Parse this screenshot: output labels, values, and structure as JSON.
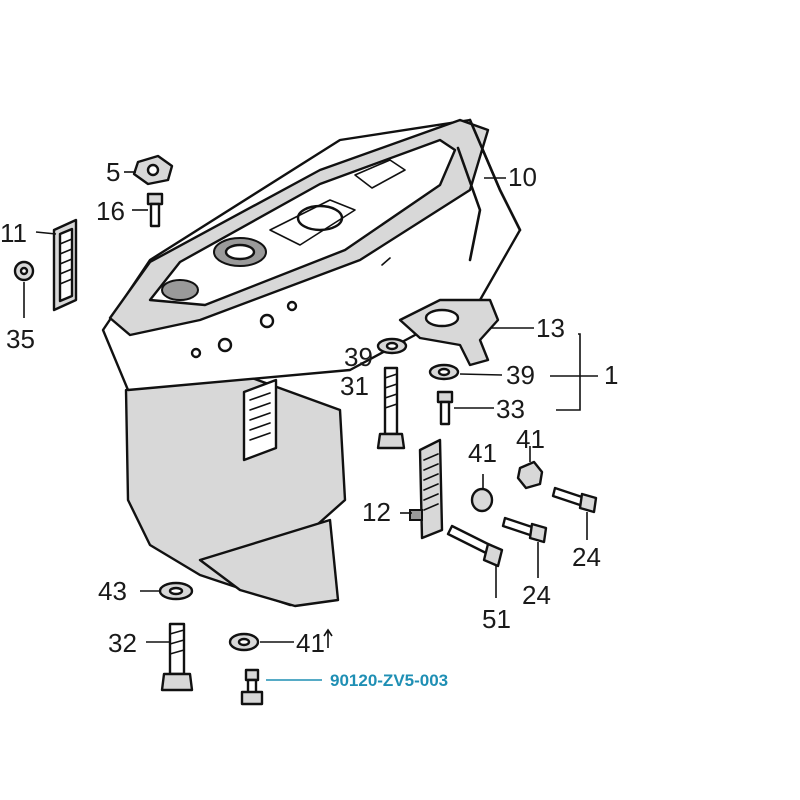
{
  "diagram": {
    "callouts": {
      "c5": "5",
      "c10": "10",
      "c16": "16",
      "c11": "11",
      "c35": "35",
      "c13": "13",
      "c1": "1",
      "c39a": "39",
      "c39b": "39",
      "c31": "31",
      "c33": "33",
      "c41a": "41",
      "c41b": "41",
      "c12": "12",
      "c24a": "24",
      "c24b": "24",
      "c43": "43",
      "c51": "51",
      "c32": "32",
      "c41c": "41"
    },
    "highlight": {
      "part_number": "90120-ZV5-003",
      "color": "#1f8fb4"
    }
  }
}
